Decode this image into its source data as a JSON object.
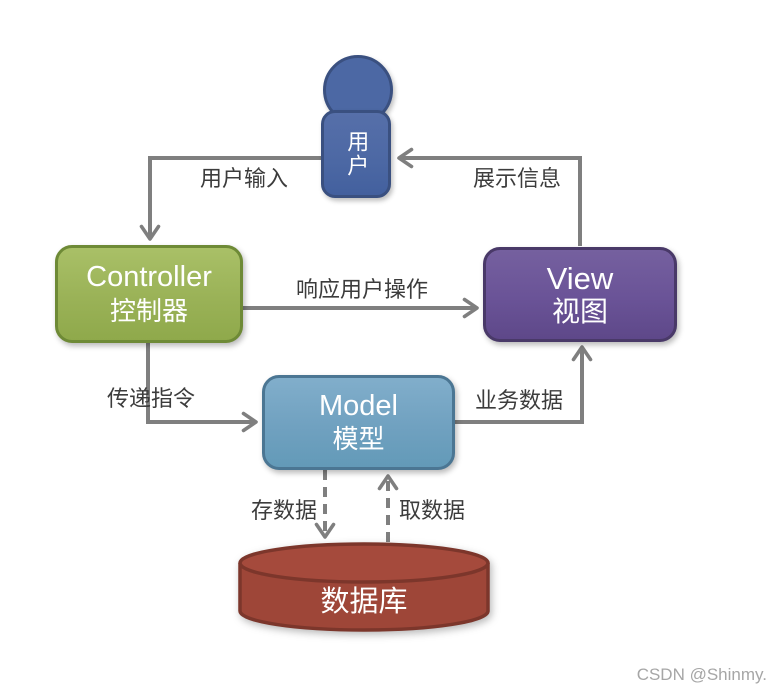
{
  "diagram": {
    "nodes": {
      "user": {
        "label": "用户",
        "fill": "#4c68a4",
        "border": "#3a5080"
      },
      "controller": {
        "title": "Controller",
        "subtitle": "控制器",
        "fill": "#9ab257",
        "border": "#6e8a36"
      },
      "view": {
        "title": "View",
        "subtitle": "视图",
        "fill": "#6a5397",
        "border": "#493968"
      },
      "model": {
        "title": "Model",
        "subtitle": "模型",
        "fill": "#70a1c0",
        "border": "#4b7693"
      },
      "database": {
        "label": "数据库",
        "fill": "#9e4638",
        "border": "#7c362b"
      }
    },
    "edges": {
      "user_input": {
        "label": "用户输入",
        "from": "user",
        "to": "controller",
        "style": "solid"
      },
      "display_info": {
        "label": "展示信息",
        "from": "view",
        "to": "user",
        "style": "solid"
      },
      "respond": {
        "label": "响应用户操作",
        "from": "controller",
        "to": "view",
        "style": "solid"
      },
      "pass": {
        "label": "传递指令",
        "from": "controller",
        "to": "model",
        "style": "solid"
      },
      "business": {
        "label": "业务数据",
        "from": "model",
        "to": "view",
        "style": "solid"
      },
      "store": {
        "label": "存数据",
        "from": "model",
        "to": "database",
        "style": "dashed"
      },
      "fetch": {
        "label": "取数据",
        "from": "database",
        "to": "model",
        "style": "dashed"
      }
    },
    "arrow_color": "#7f7f7f",
    "label_color": "#3c3c3c"
  },
  "watermark": "CSDN @Shinmy."
}
